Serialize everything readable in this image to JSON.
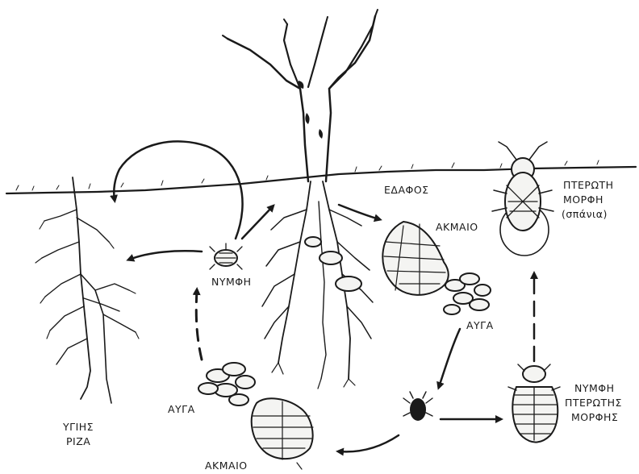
{
  "labels": {
    "soil": "ΕΔΑΦΟΣ",
    "adult_top": "ΑΚΜΑΙΟ",
    "eggs_right": "ΑΥΓΑ",
    "winged_line1": "ΠΤΕΡΩΤΗ",
    "winged_line2": "ΜΟΡΦΗ",
    "winged_line3": "(σπάνια)",
    "nymph_left": "ΝΥΜΦΗ",
    "nymph_winged_line1": "ΝΥΜΦΗ",
    "nymph_winged_line2": "ΠΤΕΡΩΤΗΣ",
    "nymph_winged_line3": "ΜΟΡΦΗΣ",
    "eggs_bottom": "ΑΥΓΑ",
    "adult_bottom": "ΑΚΜΑΙΟ",
    "healthy_root_line1": "ΥΓΙΗΣ",
    "healthy_root_line2": "ΡΙΖΑ"
  },
  "colors": {
    "ink": "#1a1a1a",
    "paper": "#ffffff"
  }
}
